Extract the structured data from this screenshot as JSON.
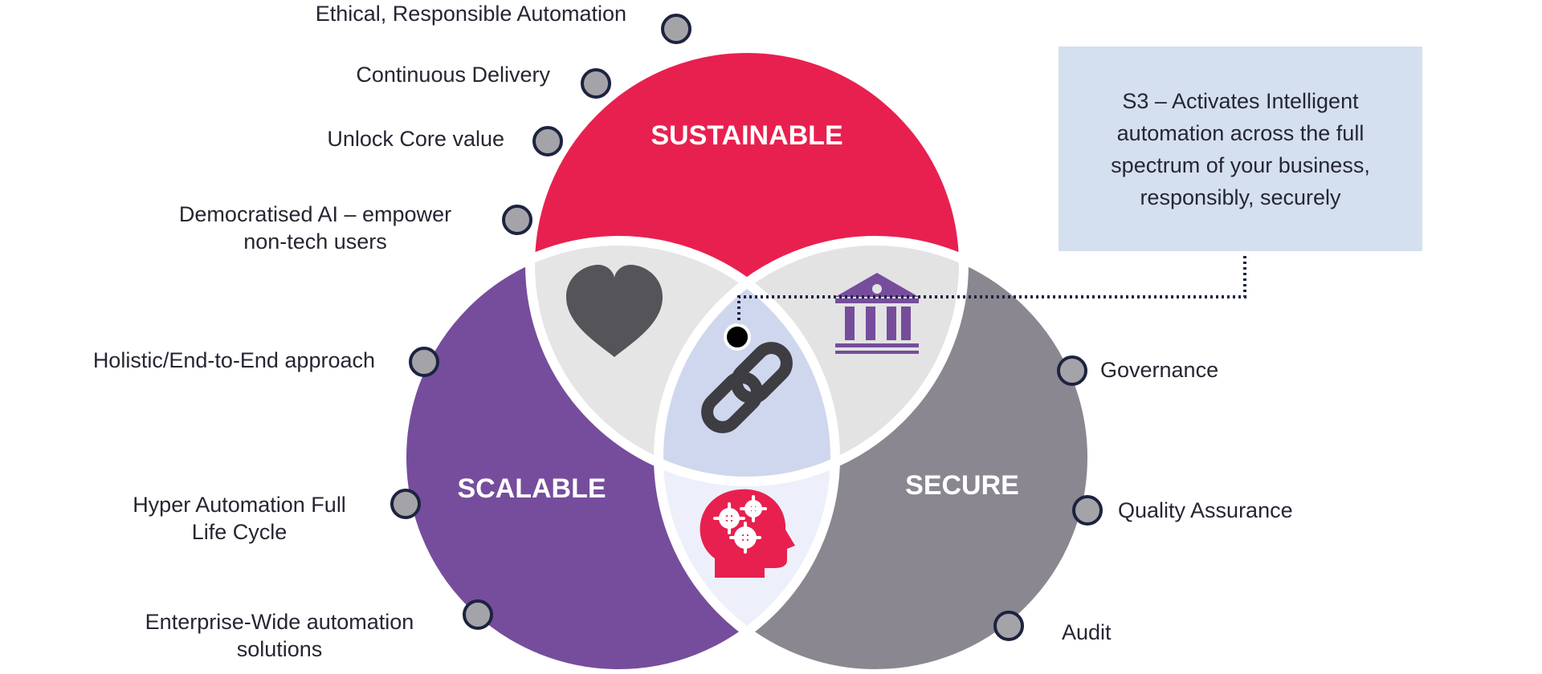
{
  "circles": {
    "sustainable": {
      "label": "SUSTAINABLE",
      "color": "#e8204f"
    },
    "scalable": {
      "label": "SCALABLE",
      "color": "#764d9c"
    },
    "secure": {
      "label": "SECURE",
      "color": "#8a8790"
    }
  },
  "overlap_colors": {
    "sustainable_scalable": "#e5e5e5",
    "sustainable_secure": "#e3e3e3",
    "scalable_secure": "#edf0fa",
    "center": "#cfd7ee"
  },
  "icons": {
    "sustainable_scalable": "heart-icon",
    "sustainable_secure": "bank-building-icon",
    "center": "chain-link-icon",
    "scalable_secure": "head-gears-icon"
  },
  "sustainable_items": [
    "Ethical, Responsible Automation",
    "Continuous Delivery",
    "Unlock Core value"
  ],
  "sustainable_item_multiline": {
    "line1": "Democratised AI – empower",
    "line2": "non-tech users"
  },
  "scalable_items": {
    "holistic": "Holistic/End-to-End approach",
    "hyper": {
      "line1": "Hyper Automation Full",
      "line2": "Life Cycle"
    },
    "enterprise": {
      "line1": "Enterprise-Wide automation",
      "line2": "solutions"
    }
  },
  "secure_items": [
    "Governance",
    "Quality Assurance",
    "Audit"
  ],
  "callout": {
    "lines": [
      "S3 – Activates Intelligent",
      "automation across the full",
      "spectrum of your business,",
      "responsibly, securely"
    ]
  },
  "colors": {
    "dot_fill": "#a4a4a8",
    "dot_stroke": "#1c2340",
    "connector": "#1c2340",
    "text": "#262633",
    "callout_bg": "#d4e0ef"
  }
}
